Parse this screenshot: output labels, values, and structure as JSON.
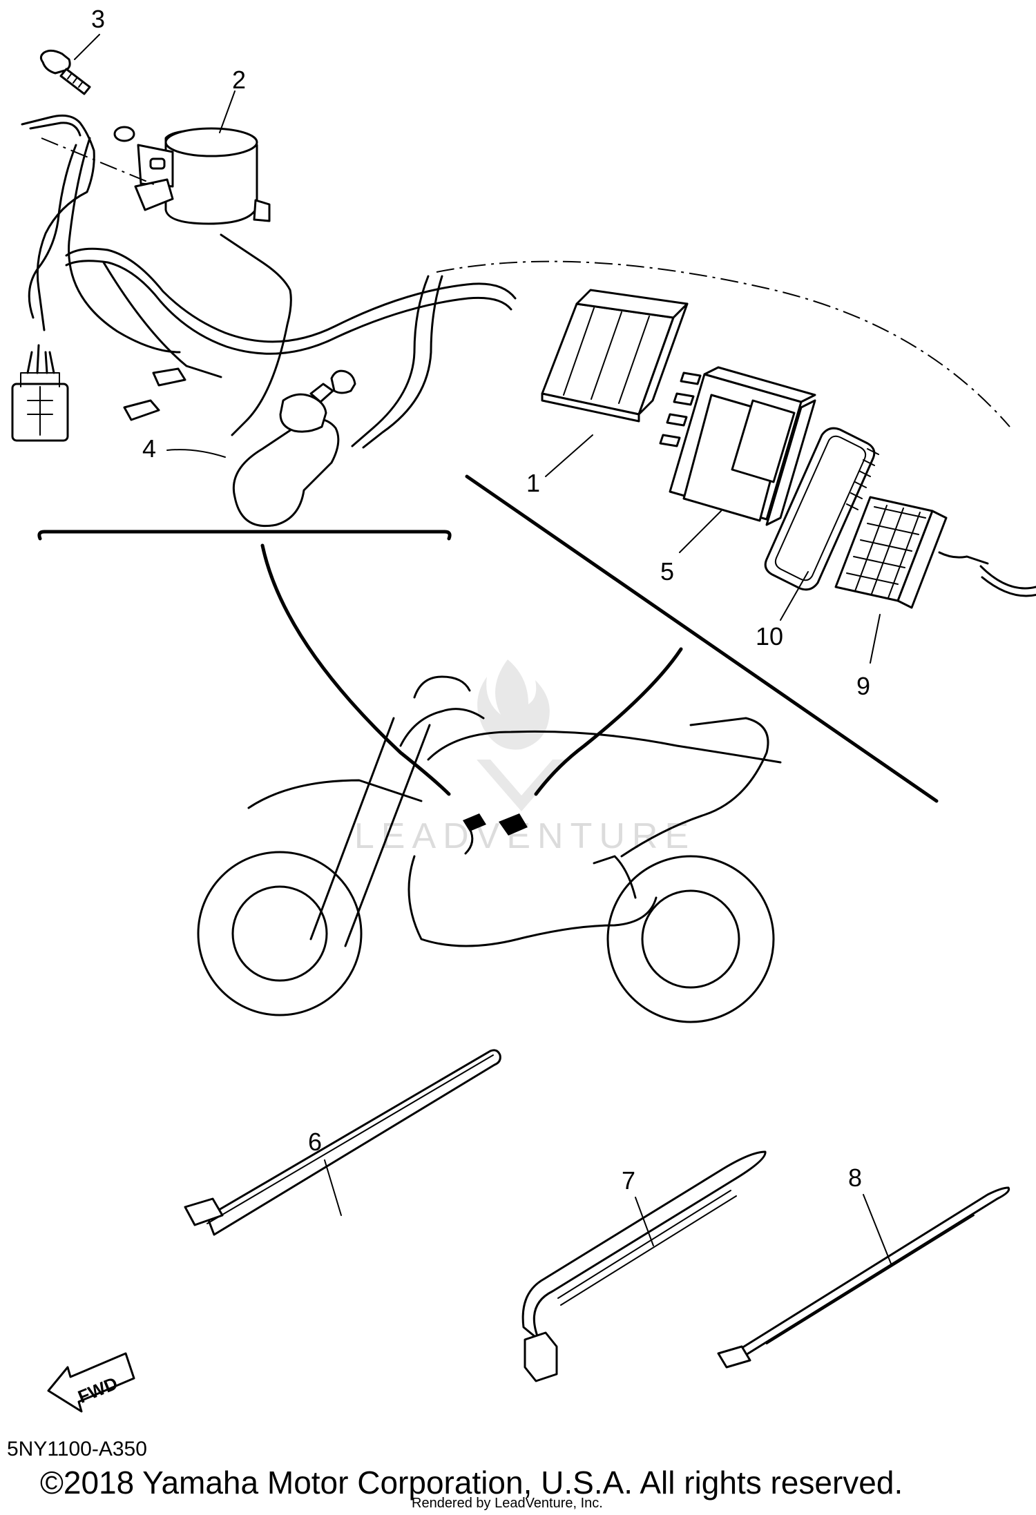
{
  "diagram": {
    "callouts": [
      {
        "id": "1",
        "label": "1"
      },
      {
        "id": "2",
        "label": "2"
      },
      {
        "id": "3",
        "label": "3"
      },
      {
        "id": "4",
        "label": "4"
      },
      {
        "id": "5",
        "label": "5"
      },
      {
        "id": "6",
        "label": "6"
      },
      {
        "id": "7",
        "label": "7"
      },
      {
        "id": "8",
        "label": "8"
      },
      {
        "id": "9",
        "label": "9"
      },
      {
        "id": "10",
        "label": "10"
      }
    ],
    "fwd_label": "FWD",
    "watermark_text": "LEADVENTURE"
  },
  "footer": {
    "diagram_code": "5NY1100-A350",
    "copyright": "©2018 Yamaha Motor Corporation, U.S.A. All rights reserved.",
    "rendered_by": "Rendered by LeadVenture, Inc."
  }
}
